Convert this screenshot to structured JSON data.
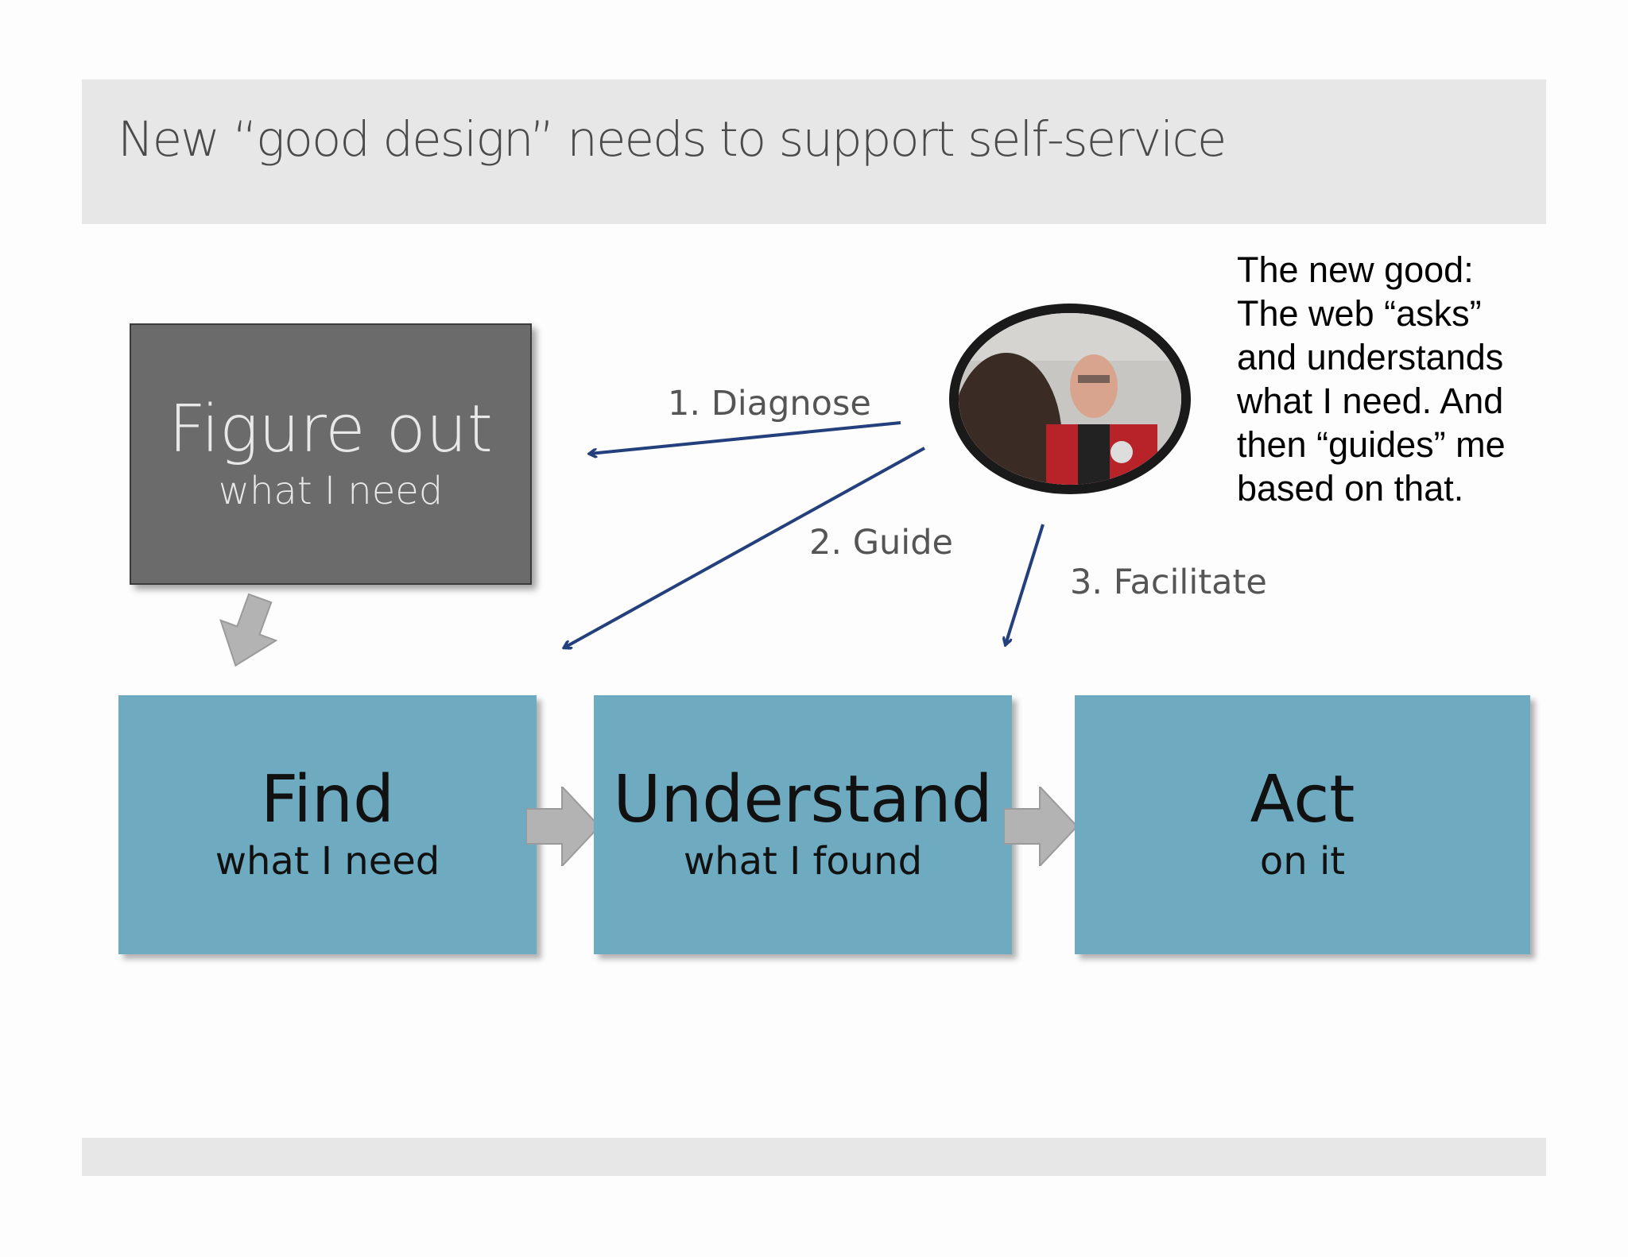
{
  "title": "New “good design” needs to support self-service",
  "figure_out": {
    "main": "Figure out",
    "sub": "what I need"
  },
  "steps": [
    {
      "main": "Find",
      "sub": "what I need"
    },
    {
      "main": "Understand",
      "sub": "what I found"
    },
    {
      "main": "Act",
      "sub": "on it"
    }
  ],
  "arrow_labels": {
    "diagnose": "1. Diagnose",
    "guide": "2. Guide",
    "facilitate": "3. Facilitate"
  },
  "note_lines": [
    "The new good:",
    "The web “asks”",
    "and understands",
    "what I need. And",
    "then “guides” me",
    "based on that."
  ],
  "colors": {
    "step_box": "#6eabc1",
    "figure_box": "#6b6b6b",
    "arrow_blue": "#233f7c",
    "arrow_gray": "#b3b3b3",
    "header_bar": "#e7e7e7"
  }
}
